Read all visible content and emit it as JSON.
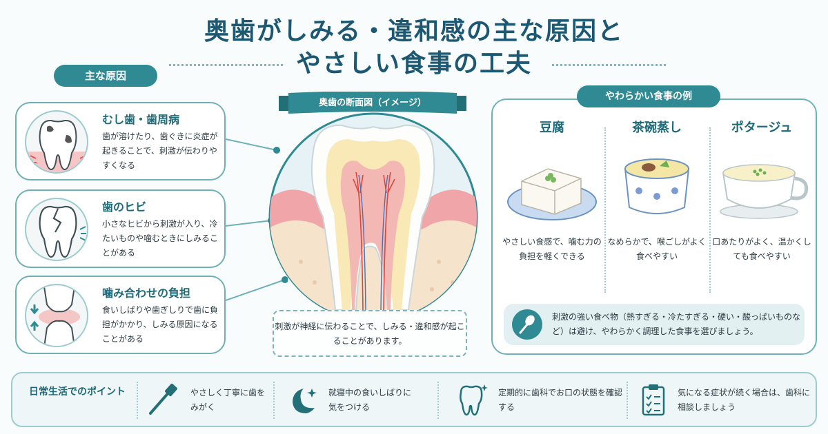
{
  "title": {
    "line1": "奥歯がしみる・違和感の主な原因と",
    "line2": "やさしい食事の工夫"
  },
  "causes": {
    "heading": "主な原因",
    "items": [
      {
        "title": "むし歯・歯周病",
        "desc": "歯が溶けたり、歯ぐきに炎症が起きることで、刺激が伝わりやすくなる",
        "icon": "cavity-tooth-icon"
      },
      {
        "title": "歯のヒビ",
        "desc": "小さなヒビから刺激が入り、冷たいものや噛むときにしみることがある",
        "icon": "cracked-tooth-icon"
      },
      {
        "title": "噛み合わせの負担",
        "desc": "食いしばりや歯ぎしりで歯に負担がかかり、しみる原因になることがある",
        "icon": "clenching-teeth-icon"
      }
    ]
  },
  "diagram": {
    "label": "奥歯の断面図（イメージ）",
    "caption": "刺激が神経に伝わることで、しみる・違和感が起こることがあります。"
  },
  "foods": {
    "heading": "やわらかい食事の例",
    "items": [
      {
        "name": "豆腐",
        "desc": "やさしい食感で、噛む力の負担を軽くできる",
        "icon": "tofu-icon"
      },
      {
        "name": "茶碗蒸し",
        "desc": "なめらかで、喉ごしがよく食べやすい",
        "icon": "chawanmushi-icon"
      },
      {
        "name": "ポタージュ",
        "desc": "口あたりがよく、温かくしても食べやすい",
        "icon": "potage-icon"
      }
    ],
    "warning": "刺激の強い食べ物（熱すぎる・冷たすぎる・硬い・酸っぱいものなど）は避け、やわらかく調理した食事を選びましょう。"
  },
  "tips": {
    "heading": "日常生活でのポイント",
    "items": [
      {
        "text": "やさしく丁寧に歯をみがく",
        "icon": "toothbrush-icon"
      },
      {
        "text": "就寝中の食いしばりに気をつける",
        "icon": "moon-icon"
      },
      {
        "text": "定期的に歯科でお口の状態を確認する",
        "icon": "sparkle-tooth-icon"
      },
      {
        "text": "気になる症状が続く場合は、歯科に相談しましょう",
        "icon": "clipboard-icon"
      }
    ]
  },
  "colors": {
    "teal": "#2f8a93",
    "navy": "#1d5873",
    "gum": "#f0a6a9",
    "nerve": "#e2564f"
  }
}
